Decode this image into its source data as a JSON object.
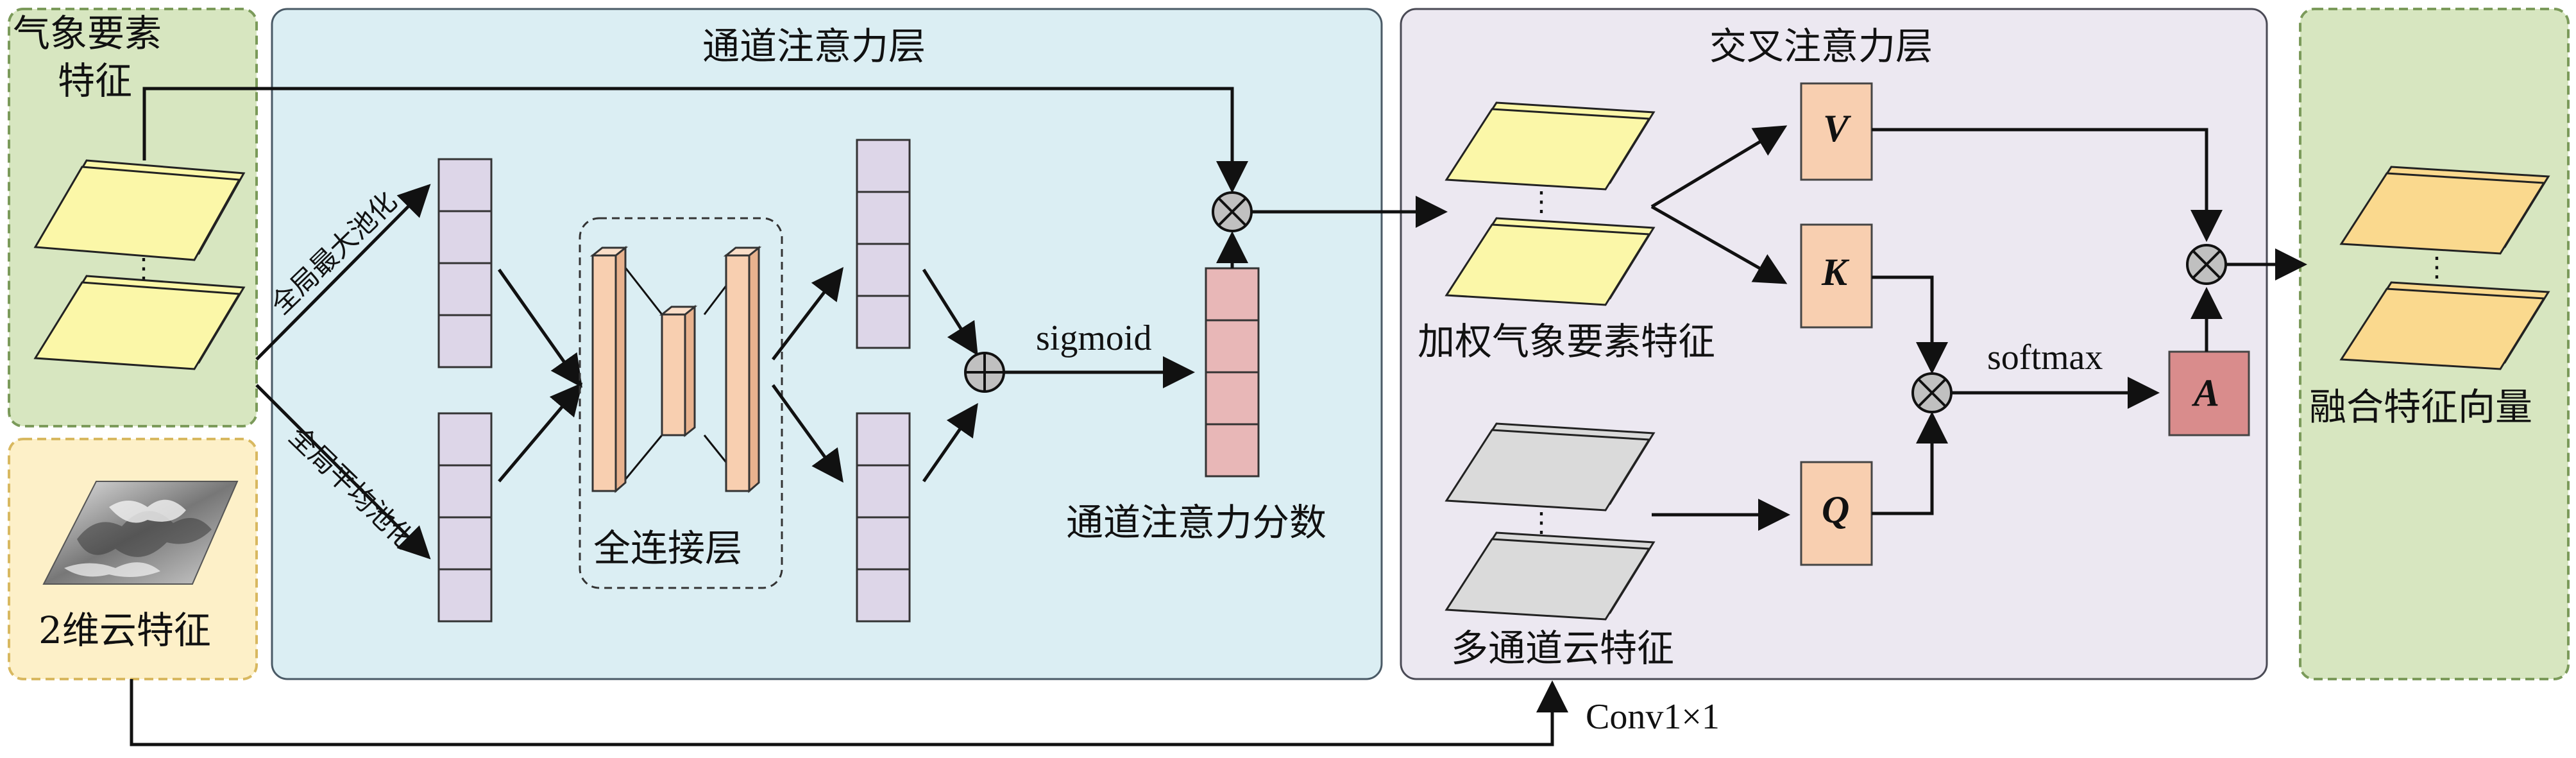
{
  "panels": {
    "weather": {
      "title": "气象要素\n特征"
    },
    "cloud2d": {
      "title": "2维云特征"
    },
    "channel_attention": {
      "title": "通道注意力层"
    },
    "cross_attention": {
      "title": "交叉注意力层"
    },
    "output": {
      "title": "融合特征向量"
    }
  },
  "labels": {
    "global_max_pool": "全局最大池化",
    "global_avg_pool": "全局平均池化",
    "fc_layer": "全连接层",
    "sigmoid": "sigmoid",
    "channel_score": "通道注意力分数",
    "weighted_features": "加权气象要素特征",
    "multichannel_cloud": "多通道云特征",
    "softmax": "softmax",
    "conv": "Conv1×1",
    "ellipsis": "⋮"
  },
  "matrices": {
    "v": "V",
    "k": "K",
    "q": "Q",
    "a": "A"
  },
  "colors": {
    "green_panel": "#d7e6c0",
    "green_border": "#7b9a5a",
    "cream_panel": "#fdf0c8",
    "blue_panel": "#dbeef3",
    "lavender_panel": "#ece8f1",
    "yellow_sheet": "#fbf7a8",
    "orange_sheet": "#fad98e",
    "gray_sheet": "#dadada",
    "purple_cell": "#ddd6e8",
    "peach": "#f8cfb0",
    "pink_cell": "#e8b7b7",
    "a_box": "#d98c8c",
    "op_circle": "#c0c0c0"
  },
  "icons": [
    "multiply-icon",
    "plus-icon",
    "cloud-image-icon"
  ]
}
